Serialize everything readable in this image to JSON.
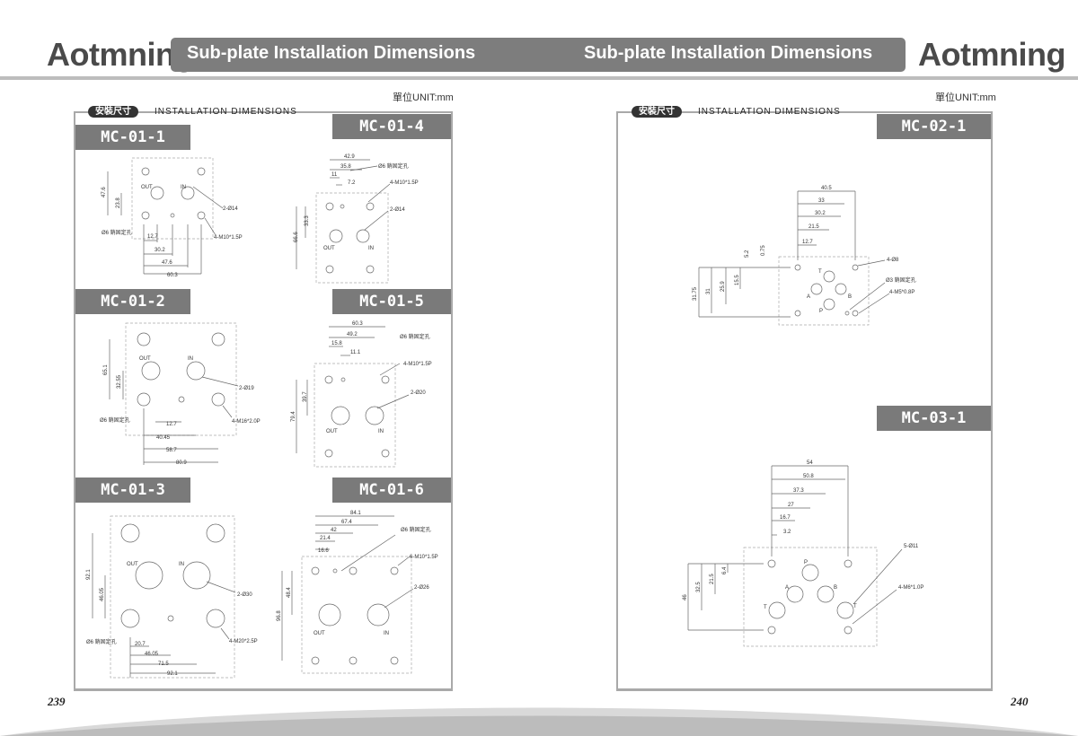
{
  "header": {
    "brand_left": "Aotmning",
    "brand_right": "Aotmning",
    "title_left": "Sub-plate Installation Dimensions",
    "title_right": "Sub-plate Installation Dimensions"
  },
  "left_page": {
    "unit": "單位UNIT:mm",
    "section_cn": "安裝尺寸",
    "section_en": "INSTALLATION DIMENSIONS",
    "page_number": "239",
    "models": [
      "MC-01-1",
      "MC-01-4",
      "MC-01-2",
      "MC-01-5",
      "MC-01-3",
      "MC-01-6"
    ]
  },
  "right_page": {
    "unit": "單位UNIT:mm",
    "section_cn": "安裝尺寸",
    "section_en": "INSTALLATION DIMENSIONS",
    "page_number": "240",
    "models": [
      "MC-02-1",
      "MC-03-1"
    ]
  },
  "drawings": {
    "mc011": {
      "d1": "47.6",
      "d2": "23.8",
      "d3": "12.7",
      "d4": "30.2",
      "d5": "47.6",
      "d6": "60.3",
      "pin": "Ø6 銷固定孔",
      "port": "2-Ø14",
      "bolt": "4-M10*1.5P",
      "out": "OUT",
      "in": "IN"
    },
    "mc014": {
      "d1": "42.9",
      "d2": "35.8",
      "d3": "11",
      "d4": "7.2",
      "d5": "33.3",
      "d6": "66.6",
      "pin": "Ø6 銷固定孔",
      "bolt": "4-M10*1.5P",
      "port": "2-Ø14",
      "out": "OUT",
      "in": "IN"
    },
    "mc012": {
      "d1": "65.1",
      "d2": "32.55",
      "d3": "12.7",
      "d4": "40.45",
      "d5": "58.7",
      "d6": "80.9",
      "pin": "Ø6 銷固定孔",
      "port": "2-Ø19",
      "bolt": "4-M16*2.0P",
      "out": "OUT",
      "in": "IN"
    },
    "mc015": {
      "d1": "60.3",
      "d2": "49.2",
      "d3": "15.8",
      "d4": "11.1",
      "d5": "39.7",
      "d6": "79.4",
      "pin": "Ø6 銷固定孔",
      "bolt": "4-M10*1.5P",
      "port": "2-Ø20",
      "out": "OUT",
      "in": "IN"
    },
    "mc013": {
      "d1": "92.1",
      "d2": "46.05",
      "d3": "20.7",
      "d4": "46.05",
      "d5": "71.5",
      "d6": "92.1",
      "pin": "Ø6 銷固定孔",
      "port": "2-Ø30",
      "bolt": "4-M20*2.5P",
      "out": "OUT",
      "in": "IN"
    },
    "mc016": {
      "d1": "84.1",
      "d2": "67.4",
      "d3": "42",
      "d4": "21.4",
      "d5": "16.6",
      "d6": "48.4",
      "d7": "96.8",
      "pin": "Ø6 銷固定孔",
      "bolt": "6-M10*1.5P",
      "port": "2-Ø26",
      "out": "OUT",
      "in": "IN"
    },
    "mc021": {
      "d1": "40.5",
      "d2": "33",
      "d3": "30.2",
      "d4": "21.5",
      "d5": "12.7",
      "d6": "5.2",
      "d7": "0.75",
      "d8": "31.75",
      "d9": "31",
      "d10": "25.9",
      "d11": "15.5",
      "holes": "4-Ø8",
      "pin": "Ø3 銷固定孔",
      "bolt": "4-M5*0.8P",
      "pa": "A",
      "pb": "B",
      "pp": "P",
      "pt": "T"
    },
    "mc031": {
      "d1": "54",
      "d2": "50.8",
      "d3": "37.3",
      "d4": "27",
      "d5": "16.7",
      "d6": "3.2",
      "d7": "46",
      "d8": "32.5",
      "d9": "21.5",
      "d10": "6.4",
      "holes": "5-Ø11",
      "bolt": "4-M6*1.0P",
      "pa": "A",
      "pb": "B",
      "pp": "P",
      "pt1": "T",
      "pt2": "T"
    }
  }
}
